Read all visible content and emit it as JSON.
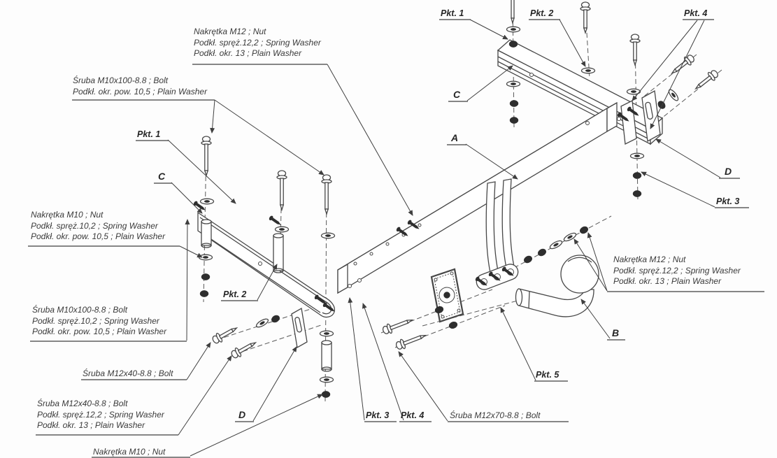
{
  "diagram": {
    "type": "exploded-assembly-technical-drawing",
    "subject": "tow bar / hitch mounting kit",
    "colors": {
      "line": "#474747",
      "text": "#3a3a3a",
      "background": "#ffffff"
    },
    "callouts": [
      {
        "id": "nut-m12-top",
        "lines": [
          "Nakrętka  M12 ; Nut",
          "Podkł. spręż.12,2 ; Spring Washer",
          "Podkł. okr. 13 ; Plain Washer"
        ]
      },
      {
        "id": "bolt-m10-top",
        "lines": [
          "Śruba M10x100-8.8 ;  Bolt",
          "Podkł. okr. pow. 10,5 ; Plain Washer"
        ]
      },
      {
        "id": "nut-m10-left",
        "lines": [
          "Nakrętka  M10 ; Nut",
          "Podkł. spręż.10,2 ; Spring Washer",
          "Podkł. okr. pow. 10,5 ; Plain Washer"
        ]
      },
      {
        "id": "bolt-m10-left",
        "lines": [
          "Śruba M10x100-8.8 ;  Bolt",
          "Podkł. spręż.10,2 ; Spring Washer",
          "Podkł. okr. pow. 10,5 ; Plain Washer"
        ]
      },
      {
        "id": "bolt-m12x40",
        "lines": [
          "Śruba M12x40-8.8 ;  Bolt"
        ]
      },
      {
        "id": "bolt-m12x40-set",
        "lines": [
          "Śruba M12x40-8.8 ;  Bolt",
          "Podkł. spręż.12,2 ; Spring Washer",
          "Podkł. okr. 13 ; Plain Washer"
        ]
      },
      {
        "id": "nut-m10-bottom",
        "lines": [
          "Nakrętka  M10 ; Nut"
        ]
      },
      {
        "id": "nut-m12-right",
        "lines": [
          "Nakrętka  M12 ; Nut",
          "Podkł. spręż.12,2 ; Spring Washer",
          "Podkł. okr. 13 ; Plain Washer"
        ]
      },
      {
        "id": "bolt-m12x70",
        "lines": [
          "Śruba M12x70-8.8 ;  Bolt"
        ]
      }
    ],
    "point_labels": [
      {
        "id": "pkt1-top",
        "text": "Pkt. 1"
      },
      {
        "id": "pkt2-top",
        "text": "Pkt. 2"
      },
      {
        "id": "pkt4-top",
        "text": "Pkt. 4"
      },
      {
        "id": "pkt3-right",
        "text": "Pkt. 3"
      },
      {
        "id": "pkt1-left",
        "text": "Pkt. 1"
      },
      {
        "id": "pkt2-left",
        "text": "Pkt. 2"
      },
      {
        "id": "pkt3-bottom",
        "text": "Pkt. 3"
      },
      {
        "id": "pkt4-bottom",
        "text": "Pkt. 4"
      },
      {
        "id": "pkt5",
        "text": "Pkt. 5"
      }
    ],
    "part_labels": [
      {
        "id": "part-c-top",
        "text": "C"
      },
      {
        "id": "part-a",
        "text": "A"
      },
      {
        "id": "part-c-left",
        "text": "C"
      },
      {
        "id": "part-d-right",
        "text": "D"
      },
      {
        "id": "part-b",
        "text": "B"
      },
      {
        "id": "part-d-bottom",
        "text": "D"
      }
    ]
  }
}
